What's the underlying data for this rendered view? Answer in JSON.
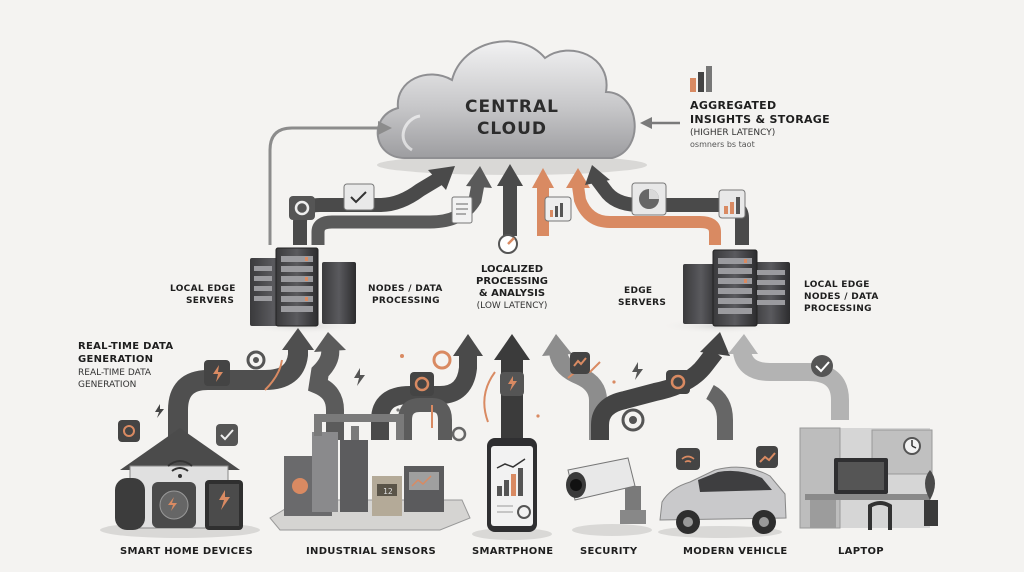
{
  "colors": {
    "background": "#f4f3f1",
    "arrow_dark": "#4a4a4a",
    "arrow_light": "#9a9a9a",
    "accent_copper": "#d98a62",
    "cloud": "#c9c9cb"
  },
  "cloud": {
    "line1": "CENTRAL",
    "line2": "CLOUD"
  },
  "aggregated": {
    "title1": "AGGREGATED",
    "title2": "INSIGHTS & STORAGE",
    "subtitle": "(HIGHER LATENCY)",
    "note": "osmners bs taot"
  },
  "left_servers": {
    "line1": "LOCAL EDGE",
    "line2": "SERVERS"
  },
  "left_nodes": {
    "line1": "NODES / DATA",
    "line2": "PROCESSING"
  },
  "center": {
    "line1": "LOCALIZED",
    "line2": "PROCESSING",
    "line3": "& ANALYSIS",
    "line4": "(LOW LATENCY)"
  },
  "right_servers": {
    "line1": "EDGE",
    "line2": "SERVERS"
  },
  "right_nodes": {
    "line1": "LOCAL EDGE",
    "line2": "NODES / DATA",
    "line3": "PROCESSING"
  },
  "realtime": {
    "title1": "REAL-TIME DATA",
    "title2": "GENERATION",
    "sub1": "REAL-TIME DATA",
    "sub2": "GENERATION"
  },
  "devices": {
    "smart_home": "SMART HOME DEVICES",
    "industrial": "INDUSTRIAL SENSORS",
    "smartphone": "SMARTPHONE",
    "security": "SECURITY",
    "vehicle": "MODERN VEHICLE",
    "laptop": "LAPTOP"
  },
  "icons": [
    "bar-chart-icon",
    "gauge-icon",
    "gear-icon",
    "lightning-icon",
    "checkmark-icon",
    "wifi-icon",
    "document-icon",
    "pie-chart-icon",
    "trend-icon"
  ]
}
